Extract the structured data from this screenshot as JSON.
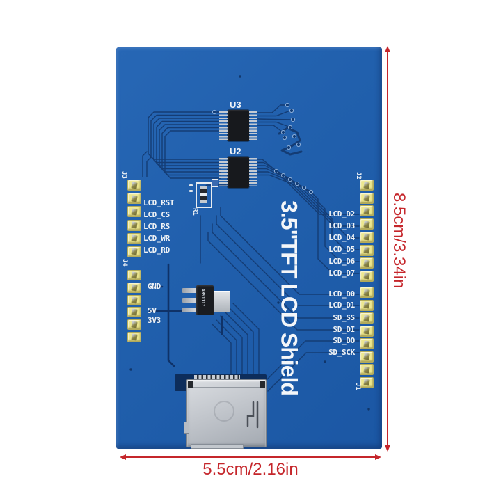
{
  "colors": {
    "board_blue": "#2160ad",
    "trace_dark": "#143c74",
    "annotation_red": "#c5262b",
    "silkscreen_white": "#eef2f6",
    "header_yellow": "#ece78f"
  },
  "board": {
    "title_vertical": "3.5\"TFT LCD Shield",
    "ic_u3": "U3",
    "ic_u2": "U2",
    "resistor": "R1",
    "regulator": "AMS1117",
    "headers": {
      "j3": {
        "ref": "J3",
        "labels": [
          "LCD_RST",
          "LCD_CS",
          "LCD_RS",
          "LCD_WR",
          "LCD_RD"
        ]
      },
      "j4": {
        "ref": "J4",
        "labels": [
          "GND",
          "5V",
          "3V3"
        ]
      },
      "j2": {
        "ref": "J2",
        "labels": [
          "LCD_D2",
          "LCD_D3",
          "LCD_D4",
          "LCD_D5",
          "LCD_D6",
          "LCD_D7"
        ]
      },
      "j1": {
        "ref": "J1",
        "labels": [
          "LCD_D0",
          "LCD_D1",
          "SD_SS",
          "SD_DI",
          "SD_DO",
          "SD_SCK"
        ]
      }
    }
  },
  "dimensions": {
    "height": "8.5cm/3.34in",
    "width": "5.5cm/2.16in"
  }
}
